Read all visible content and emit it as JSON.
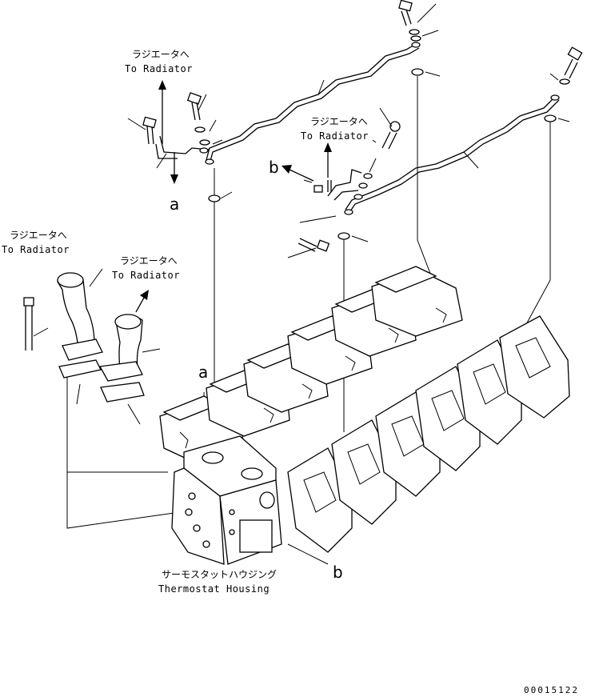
{
  "labels": {
    "radiator_jp": "ラジエータへ",
    "radiator_en": "To Radiator",
    "thermostat_jp": "サーモスタットハウジング",
    "thermostat_en": "Thermostat Housing",
    "ref_a": "a",
    "ref_b": "b"
  },
  "figure_code": "00015122"
}
